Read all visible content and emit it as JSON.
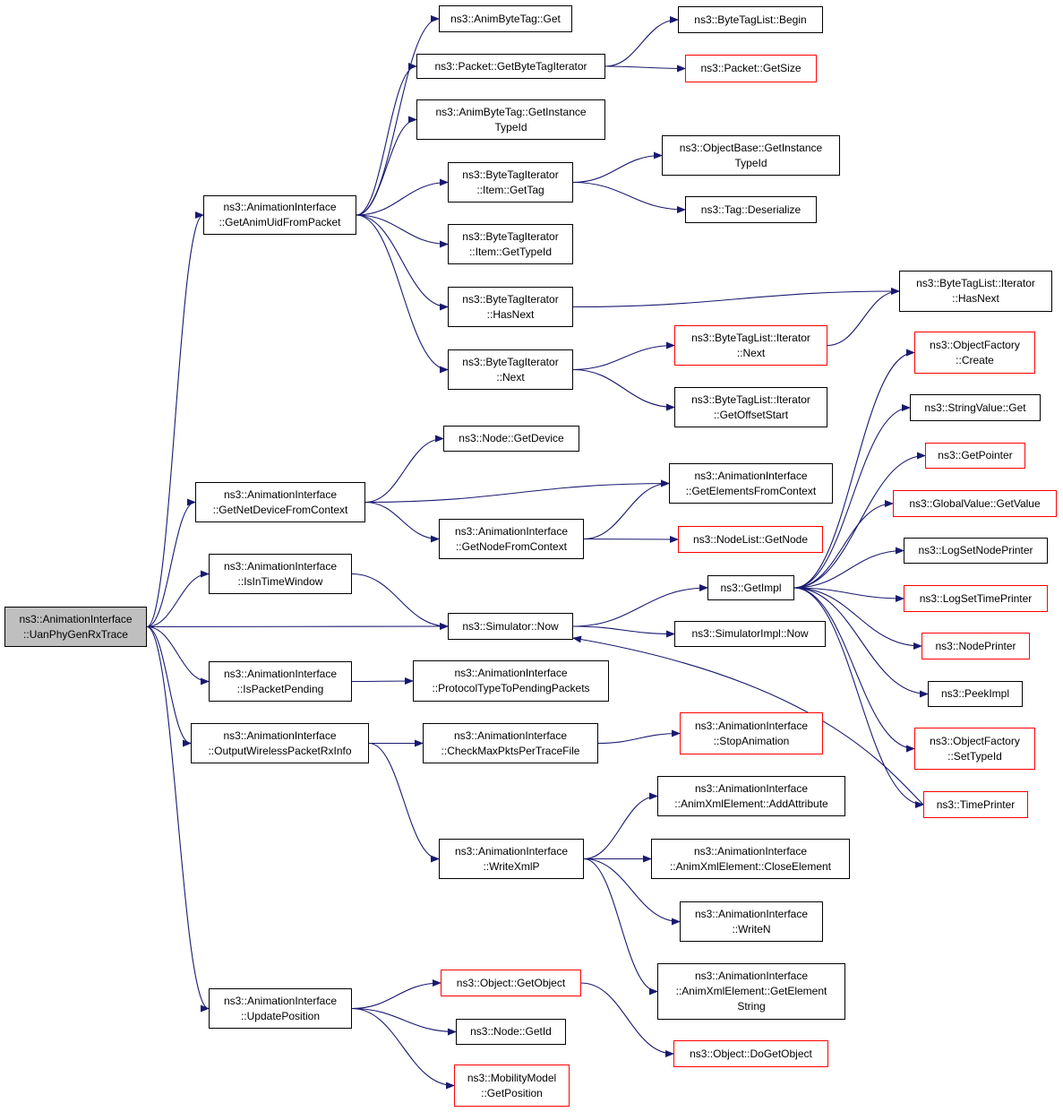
{
  "colors": {
    "edge": "#191970",
    "node_border": "#000000",
    "truncated_border": "#ff0000",
    "root_fill": "#bfbfbf"
  },
  "nodes": {
    "root": {
      "lines": [
        "ns3::AnimationInterface",
        "::UanPhyGenRxTrace"
      ],
      "style": "root"
    },
    "getAnimUid": {
      "lines": [
        "ns3::AnimationInterface",
        "::GetAnimUidFromPacket"
      ],
      "style": "normal"
    },
    "getNetDevice": {
      "lines": [
        "ns3::AnimationInterface",
        "::GetNetDeviceFromContext"
      ],
      "style": "normal"
    },
    "isInTimeWindow": {
      "lines": [
        "ns3::AnimationInterface",
        "::IsInTimeWindow"
      ],
      "style": "normal"
    },
    "isPacketPending": {
      "lines": [
        "ns3::AnimationInterface",
        "::IsPacketPending"
      ],
      "style": "normal"
    },
    "outputWireless": {
      "lines": [
        "ns3::AnimationInterface",
        "::OutputWirelessPacketRxInfo"
      ],
      "style": "normal"
    },
    "updatePosition": {
      "lines": [
        "ns3::AnimationInterface",
        "::UpdatePosition"
      ],
      "style": "normal"
    },
    "animByteTagGet": {
      "lines": [
        "ns3::AnimByteTag::Get"
      ],
      "style": "normal"
    },
    "packetGetByteTagIter": {
      "lines": [
        "ns3::Packet::GetByteTagIterator"
      ],
      "style": "normal"
    },
    "animByteTagGetInst": {
      "lines": [
        "ns3::AnimByteTag::GetInstance",
        "TypeId"
      ],
      "style": "normal"
    },
    "btiItemGetTag": {
      "lines": [
        "ns3::ByteTagIterator",
        "::Item::GetTag"
      ],
      "style": "normal"
    },
    "btiItemGetTypeId": {
      "lines": [
        "ns3::ByteTagIterator",
        "::Item::GetTypeId"
      ],
      "style": "normal"
    },
    "btiHasNext": {
      "lines": [
        "ns3::ByteTagIterator",
        "::HasNext"
      ],
      "style": "normal"
    },
    "btiNext": {
      "lines": [
        "ns3::ByteTagIterator",
        "::Next"
      ],
      "style": "normal"
    },
    "btlBegin": {
      "lines": [
        "ns3::ByteTagList::Begin"
      ],
      "style": "normal"
    },
    "packetGetSize": {
      "lines": [
        "ns3::Packet::GetSize"
      ],
      "style": "truncated"
    },
    "objBaseGetInst": {
      "lines": [
        "ns3::ObjectBase::GetInstance",
        "TypeId"
      ],
      "style": "normal"
    },
    "tagDeserialize": {
      "lines": [
        "ns3::Tag::Deserialize"
      ],
      "style": "normal"
    },
    "btlIterHasNext": {
      "lines": [
        "ns3::ByteTagList::Iterator",
        "::HasNext"
      ],
      "style": "normal"
    },
    "btlIterNext": {
      "lines": [
        "ns3::ByteTagList::Iterator",
        "::Next"
      ],
      "style": "truncated"
    },
    "btlIterGetOffset": {
      "lines": [
        "ns3::ByteTagList::Iterator",
        "::GetOffsetStart"
      ],
      "style": "normal"
    },
    "nodeGetDevice": {
      "lines": [
        "ns3::Node::GetDevice"
      ],
      "style": "normal"
    },
    "getElements": {
      "lines": [
        "ns3::AnimationInterface",
        "::GetElementsFromContext"
      ],
      "style": "normal"
    },
    "getNodeFromCtx": {
      "lines": [
        "ns3::AnimationInterface",
        "::GetNodeFromContext"
      ],
      "style": "normal"
    },
    "nodeListGetNode": {
      "lines": [
        "ns3::NodeList::GetNode"
      ],
      "style": "truncated"
    },
    "simNow": {
      "lines": [
        "ns3::Simulator::Now"
      ],
      "style": "normal"
    },
    "getImpl": {
      "lines": [
        "ns3::GetImpl"
      ],
      "style": "normal"
    },
    "simImplNow": {
      "lines": [
        "ns3::SimulatorImpl::Now"
      ],
      "style": "normal"
    },
    "objFactoryCreate": {
      "lines": [
        "ns3::ObjectFactory",
        "::Create"
      ],
      "style": "truncated"
    },
    "stringValueGet": {
      "lines": [
        "ns3::StringValue::Get"
      ],
      "style": "normal"
    },
    "getPointer": {
      "lines": [
        "ns3::GetPointer"
      ],
      "style": "truncated"
    },
    "globalValueGet": {
      "lines": [
        "ns3::GlobalValue::GetValue"
      ],
      "style": "truncated"
    },
    "logSetNodePrinter": {
      "lines": [
        "ns3::LogSetNodePrinter"
      ],
      "style": "normal"
    },
    "logSetTimePrinter": {
      "lines": [
        "ns3::LogSetTimePrinter"
      ],
      "style": "truncated"
    },
    "nodePrinter": {
      "lines": [
        "ns3::NodePrinter"
      ],
      "style": "truncated"
    },
    "peekImpl": {
      "lines": [
        "ns3::PeekImpl"
      ],
      "style": "normal"
    },
    "objFactorySetTypeId": {
      "lines": [
        "ns3::ObjectFactory",
        "::SetTypeId"
      ],
      "style": "truncated"
    },
    "timePrinter": {
      "lines": [
        "ns3::TimePrinter"
      ],
      "style": "truncated"
    },
    "protocolTypeToPending": {
      "lines": [
        "ns3::AnimationInterface",
        "::ProtocolTypeToPendingPackets"
      ],
      "style": "normal"
    },
    "checkMaxPkts": {
      "lines": [
        "ns3::AnimationInterface",
        "::CheckMaxPktsPerTraceFile"
      ],
      "style": "normal"
    },
    "stopAnimation": {
      "lines": [
        "ns3::AnimationInterface",
        "::StopAnimation"
      ],
      "style": "truncated"
    },
    "writeXmlP": {
      "lines": [
        "ns3::AnimationInterface",
        "::WriteXmlP"
      ],
      "style": "normal"
    },
    "addAttribute": {
      "lines": [
        "ns3::AnimationInterface",
        "::AnimXmlElement::AddAttribute"
      ],
      "style": "normal"
    },
    "closeElement": {
      "lines": [
        "ns3::AnimationInterface",
        "::AnimXmlElement::CloseElement"
      ],
      "style": "normal"
    },
    "writeN": {
      "lines": [
        "ns3::AnimationInterface",
        "::WriteN"
      ],
      "style": "normal"
    },
    "getElementString": {
      "lines": [
        "ns3::AnimationInterface",
        "::AnimXmlElement::GetElement",
        "String"
      ],
      "style": "normal"
    },
    "objectGetObject": {
      "lines": [
        "ns3::Object::GetObject"
      ],
      "style": "truncated"
    },
    "nodeGetId": {
      "lines": [
        "ns3::Node::GetId"
      ],
      "style": "normal"
    },
    "mobilityGetPosition": {
      "lines": [
        "ns3::MobilityModel",
        "::GetPosition"
      ],
      "style": "truncated"
    },
    "objectDoGetObject": {
      "lines": [
        "ns3::Object::DoGetObject"
      ],
      "style": "truncated"
    }
  },
  "edges": [
    [
      "root",
      "getAnimUid"
    ],
    [
      "root",
      "getNetDevice"
    ],
    [
      "root",
      "isInTimeWindow"
    ],
    [
      "root",
      "simNow"
    ],
    [
      "root",
      "isPacketPending"
    ],
    [
      "root",
      "outputWireless"
    ],
    [
      "root",
      "updatePosition"
    ],
    [
      "getAnimUid",
      "animByteTagGet"
    ],
    [
      "getAnimUid",
      "packetGetByteTagIter"
    ],
    [
      "getAnimUid",
      "animByteTagGetInst"
    ],
    [
      "getAnimUid",
      "btiItemGetTag"
    ],
    [
      "getAnimUid",
      "btiItemGetTypeId"
    ],
    [
      "getAnimUid",
      "btiHasNext"
    ],
    [
      "getAnimUid",
      "btiNext"
    ],
    [
      "packetGetByteTagIter",
      "btlBegin"
    ],
    [
      "packetGetByteTagIter",
      "packetGetSize"
    ],
    [
      "btiItemGetTag",
      "objBaseGetInst"
    ],
    [
      "btiItemGetTag",
      "tagDeserialize"
    ],
    [
      "btiHasNext",
      "btlIterHasNext"
    ],
    [
      "btiNext",
      "btlIterNext"
    ],
    [
      "btiNext",
      "btlIterGetOffset"
    ],
    [
      "btlIterNext",
      "btlIterHasNext"
    ],
    [
      "getNetDevice",
      "nodeGetDevice"
    ],
    [
      "getNetDevice",
      "getElements"
    ],
    [
      "getNetDevice",
      "getNodeFromCtx"
    ],
    [
      "getNodeFromCtx",
      "getElements"
    ],
    [
      "getNodeFromCtx",
      "nodeListGetNode"
    ],
    [
      "isInTimeWindow",
      "simNow"
    ],
    [
      "simNow",
      "getImpl"
    ],
    [
      "simNow",
      "simImplNow"
    ],
    [
      "getImpl",
      "objFactoryCreate"
    ],
    [
      "getImpl",
      "stringValueGet"
    ],
    [
      "getImpl",
      "getPointer"
    ],
    [
      "getImpl",
      "globalValueGet"
    ],
    [
      "getImpl",
      "logSetNodePrinter"
    ],
    [
      "getImpl",
      "logSetTimePrinter"
    ],
    [
      "getImpl",
      "nodePrinter"
    ],
    [
      "getImpl",
      "peekImpl"
    ],
    [
      "getImpl",
      "objFactorySetTypeId"
    ],
    [
      "getImpl",
      "timePrinter"
    ],
    [
      "timePrinter",
      "simNow"
    ],
    [
      "isPacketPending",
      "protocolTypeToPending"
    ],
    [
      "outputWireless",
      "checkMaxPkts"
    ],
    [
      "outputWireless",
      "writeXmlP"
    ],
    [
      "checkMaxPkts",
      "stopAnimation"
    ],
    [
      "writeXmlP",
      "addAttribute"
    ],
    [
      "writeXmlP",
      "closeElement"
    ],
    [
      "writeXmlP",
      "writeN"
    ],
    [
      "writeXmlP",
      "getElementString"
    ],
    [
      "updatePosition",
      "objectGetObject"
    ],
    [
      "updatePosition",
      "nodeGetId"
    ],
    [
      "updatePosition",
      "mobilityGetPosition"
    ],
    [
      "objectGetObject",
      "objectDoGetObject"
    ]
  ]
}
